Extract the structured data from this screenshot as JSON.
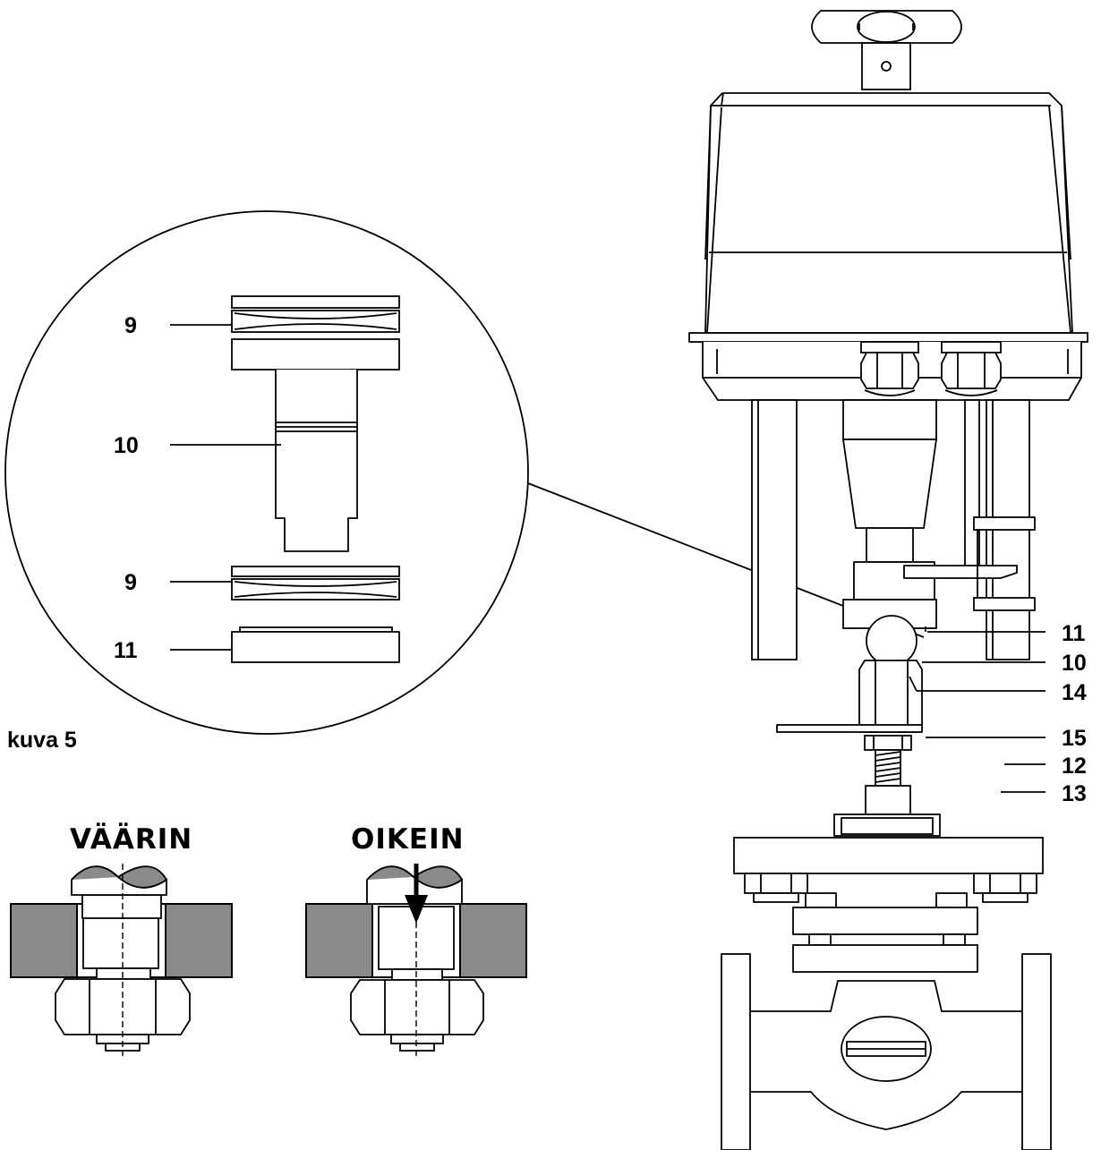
{
  "figure": {
    "caption": "kuva 5"
  },
  "callouts": {
    "detail_seal_top": "9",
    "detail_stem": "10",
    "detail_seal_bottom": "9",
    "detail_ring": "11",
    "main_11": "11",
    "main_10": "10",
    "main_14": "14",
    "main_15": "15",
    "main_12": "12",
    "main_13": "13"
  },
  "comparison": {
    "wrong_label": "VÄÄRIN",
    "right_label": "OIKEIN"
  }
}
